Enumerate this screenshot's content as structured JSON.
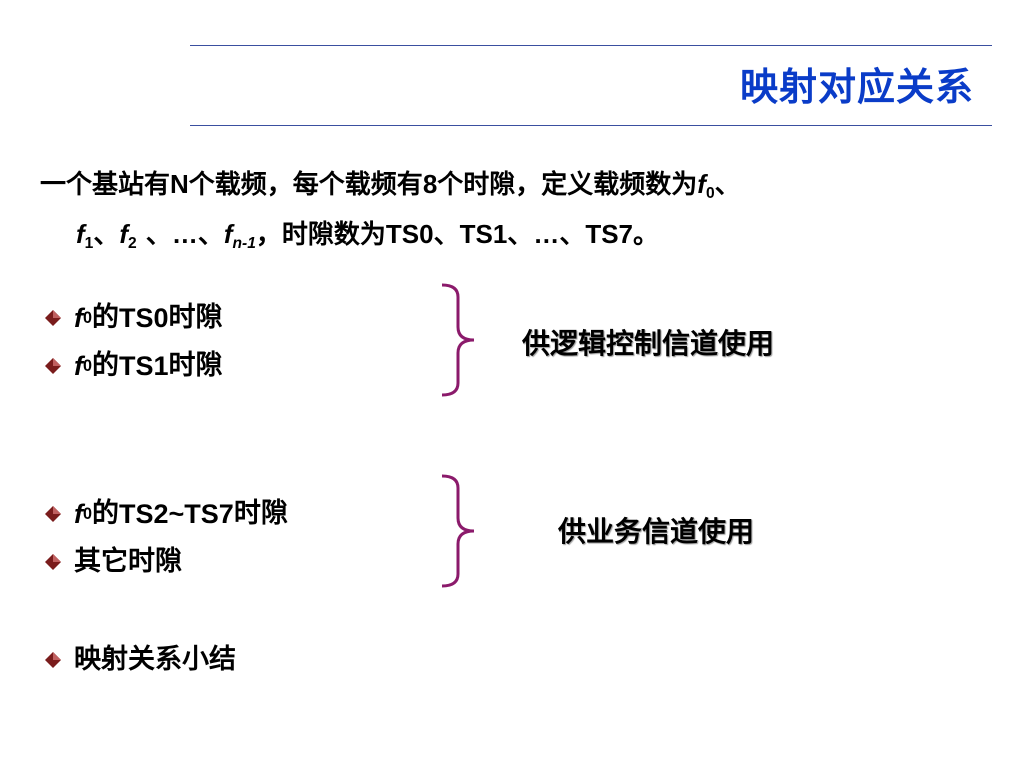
{
  "title": "映射对应关系",
  "intro": {
    "line1_a": "一个基站有",
    "line1_n": "N",
    "line1_b": "个载频，每个载频有",
    "line1_8": "8",
    "line1_c": "个时隙，定义载频数为",
    "f": "f",
    "sub0": "0",
    "sep": "、",
    "sub1": "1",
    "sub2": "2",
    "ellipsis": "…",
    "subn": "n-1",
    "line2_mid": "，时隙数为",
    "ts0": "TS0",
    "ts1": "TS1",
    "ts7": "TS7",
    "end": "。"
  },
  "group1": {
    "items": [
      {
        "f": "f",
        "sub": "0",
        "de": "的",
        "ts": "TS0",
        "tail": "时隙"
      },
      {
        "f": "f",
        "sub": "0",
        "de": "的",
        "ts": "TS1",
        "tail": "时隙"
      }
    ],
    "note": "供逻辑控制信道使用"
  },
  "group2": {
    "items": [
      {
        "f": "f",
        "sub": "0",
        "de": "的",
        "ts": "TS2~TS7",
        "tail": "时隙"
      },
      {
        "text": "其它时隙"
      }
    ],
    "note": "供业务信道使用"
  },
  "summary": "映射关系小结",
  "colors": {
    "title": "#0a3cc8",
    "rule": "#3a4fa0",
    "brace": "#8b1a6b",
    "bullet": "#7a1c1c"
  }
}
